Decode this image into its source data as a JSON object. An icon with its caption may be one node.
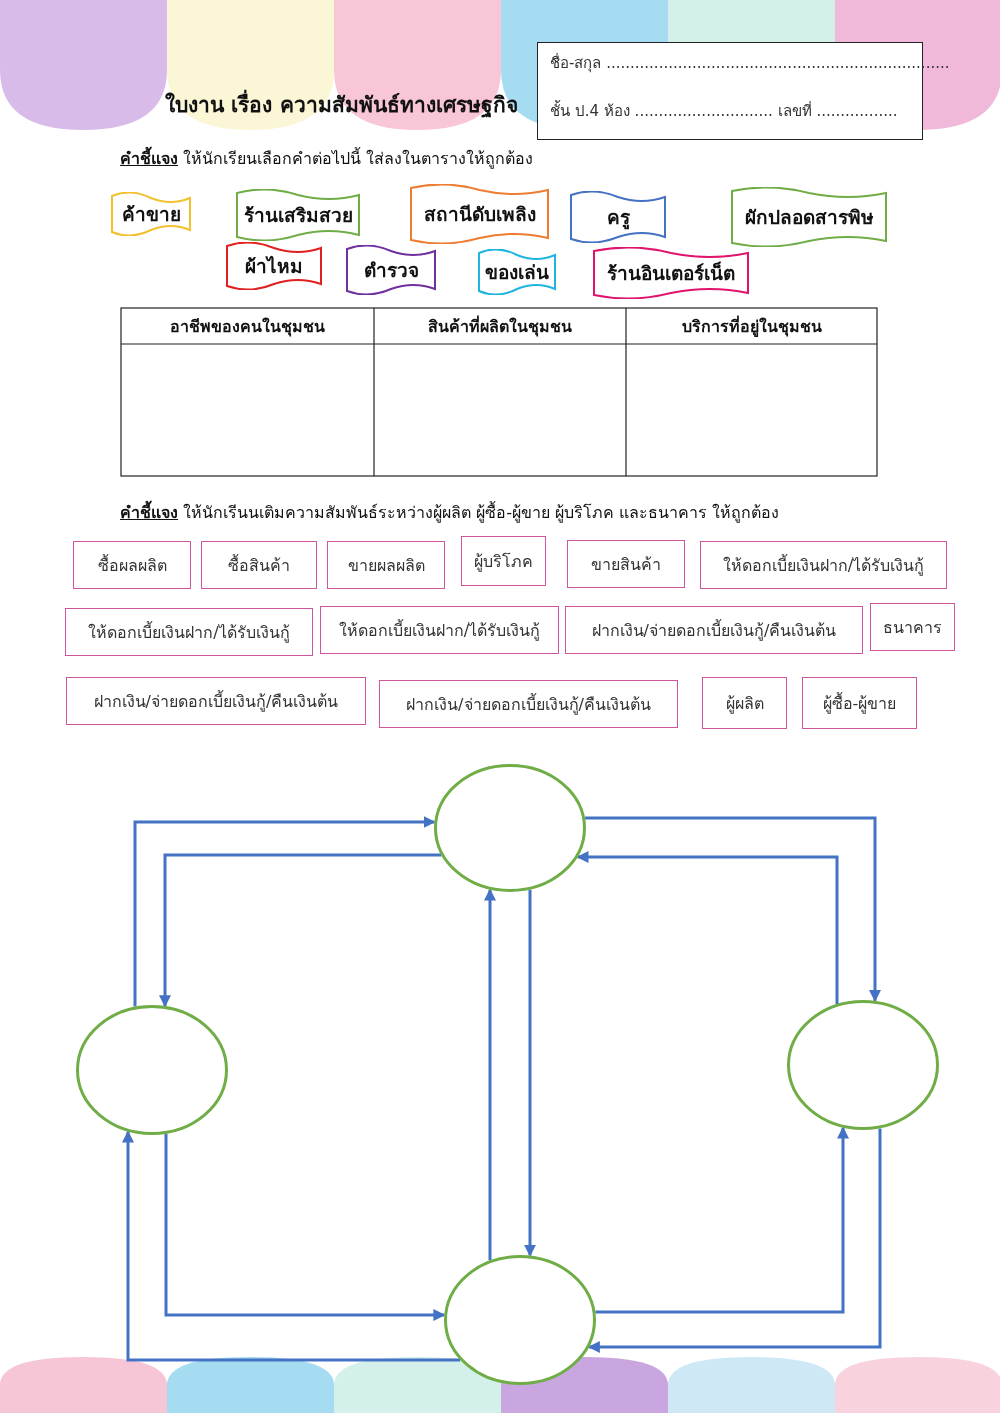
{
  "diagram": {
    "title": "ใบงาน เรื่อง ความสัมพันธ์ทางเศรษฐกิจ",
    "nodes": [
      {
        "text": [
          "ชื่อ-สกุล ........................................................................",
          "ชั้น ป.4 ห้อง ............................. เลขที่ ................."
        ]
      },
      {
        "text": [
          "ค้าขาย"
        ]
      },
      {
        "text": [
          "ร้านเสริมสวย"
        ]
      },
      {
        "text": [
          "สถานีดับเพลิง"
        ]
      },
      {
        "text": [
          "ครู"
        ]
      },
      {
        "text": [
          "ผักปลอดสารพิษ"
        ]
      },
      {
        "text": [
          "ผ้าไหม"
        ]
      },
      {
        "text": [
          "ตำรวจ"
        ]
      },
      {
        "text": [
          "ของเล่น"
        ]
      },
      {
        "text": [
          "ร้านอินเตอร์เน็ต"
        ]
      },
      {
        "text": [
          "ซื้อผลผลิต"
        ]
      },
      {
        "text": [
          "ซื้อสินค้า"
        ]
      },
      {
        "text": [
          "ขายผลผลิต"
        ]
      },
      {
        "text": [
          "ผู้บริโภค"
        ]
      },
      {
        "text": [
          "ขายสินค้า"
        ]
      },
      {
        "text": [
          "ให้ดอกเบี้ยเงินฝาก/ได้รับเงินกู้"
        ]
      },
      {
        "text": [
          "ให้ดอกเบี้ยเงินฝาก/ได้รับเงินกู้"
        ]
      },
      {
        "text": [
          "ให้ดอกเบี้ยเงินฝาก/ได้รับเงินกู้"
        ]
      },
      {
        "text": [
          "ฝากเงิน/จ่ายดอกเบี้ยเงินกู้/คืนเงินต้น"
        ]
      },
      {
        "text": [
          "ธนาคาร"
        ]
      },
      {
        "text": [
          "ฝากเงิน/จ่ายดอกเบี้ยเงินกู้/คืนเงินต้น"
        ]
      },
      {
        "text": [
          "ฝากเงิน/จ่ายดอกเบี้ยเงินกู้/คืนเงินต้น"
        ]
      },
      {
        "text": [
          "ผู้ผลิต"
        ]
      },
      {
        "text": [
          "ผู้ซื้อ-ผู้ขาย"
        ]
      },
      {
        "text": [],
        "shape": "circle"
      },
      {
        "text": [],
        "shape": "circle"
      },
      {
        "text": [],
        "shape": "circle"
      },
      {
        "text": [],
        "shape": "circle"
      }
    ],
    "edges": [
      {
        "from": 25,
        "to": 24,
        "arrow": "to"
      },
      {
        "from": 24,
        "to": 25,
        "arrow": "to"
      },
      {
        "from": 24,
        "to": 26,
        "arrow": "to"
      },
      {
        "from": 26,
        "to": 24,
        "arrow": "to"
      },
      {
        "from": 27,
        "to": 24,
        "arrow": "to"
      },
      {
        "from": 24,
        "to": 27,
        "arrow": "to"
      },
      {
        "from": 25,
        "to": 27,
        "arrow": "to"
      },
      {
        "from": 27,
        "to": 25,
        "arrow": "to"
      },
      {
        "from": 27,
        "to": 26,
        "arrow": "to"
      },
      {
        "from": 26,
        "to": 27,
        "arrow": "to"
      }
    ],
    "labels": [
      "**คำชี้แจง** ให้นักเรียนเลือกคำต่อไปนี้ ใส่ลงในตารางให้ถูกต้อง",
      "อาชีพของคนในชุมชน",
      "สินค้าที่ผลิตในชุมชน",
      "บริการที่อยู่ในชุมชน",
      "**คำชี้แจง** ให้นักเรีนนเติมความสัมพันธ์ระหว่างผู้ผลิต ผู้ซื้อ-ผู้ขาย ผู้บริโภค และธนาคาร ให้ถูกต้อง"
    ]
  }
}
